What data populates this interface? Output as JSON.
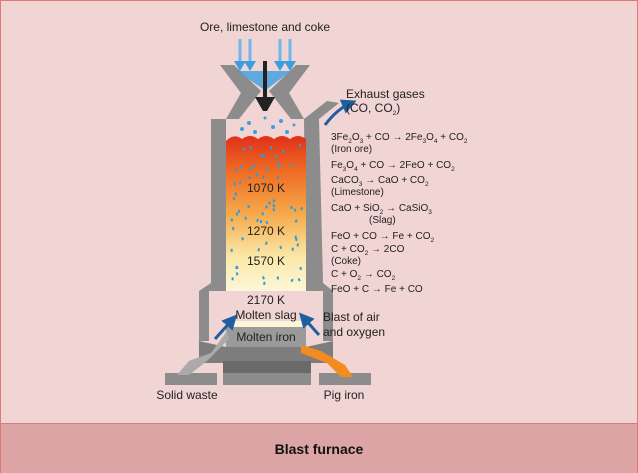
{
  "caption": "Blast furnace",
  "labels": {
    "input": "Ore, limestone and coke",
    "exhaust_line1": "Exhaust gases",
    "exhaust_line2": "(CO, CO",
    "exhaust_line2_sub": "2",
    "exhaust_line2_end": ")",
    "blast_line1": "Blast of air",
    "blast_line2": "and oxygen",
    "molten_slag": "Molten slag",
    "molten_iron": "Molten iron",
    "solid_waste": "Solid waste",
    "pig_iron": "Pig iron"
  },
  "temperatures": [
    "1070 K",
    "1270 K",
    "1570 K",
    "2170 K"
  ],
  "reactions": {
    "r1": [
      [
        "3Fe",
        ""
      ],
      [
        "2",
        "s"
      ],
      [
        "O",
        ""
      ],
      [
        "3",
        "s"
      ],
      [
        " + CO → 2Fe",
        ""
      ],
      [
        "3",
        "s"
      ],
      [
        "O",
        ""
      ],
      [
        "4",
        "s"
      ],
      [
        " + CO",
        ""
      ],
      [
        "2",
        "s"
      ]
    ],
    "r1_note": "(Iron ore)",
    "r2": [
      [
        "Fe",
        ""
      ],
      [
        "3",
        "s"
      ],
      [
        "O",
        ""
      ],
      [
        "4",
        "s"
      ],
      [
        " + CO → 2FeO + CO",
        ""
      ],
      [
        "2",
        "s"
      ]
    ],
    "r3": [
      [
        "CaCO",
        ""
      ],
      [
        "3",
        "s"
      ],
      [
        " → CaO + CO",
        ""
      ],
      [
        "2",
        "s"
      ]
    ],
    "r3_note": "(Limestone)",
    "r4": [
      [
        "CaO + SiO",
        ""
      ],
      [
        "2",
        "s"
      ],
      [
        " → CaSiO",
        ""
      ],
      [
        "3",
        "s"
      ]
    ],
    "r4_note": "(Slag)",
    "r5": [
      [
        "FeO + CO → Fe + CO",
        ""
      ],
      [
        "2",
        "s"
      ]
    ],
    "r6": [
      [
        "C + CO",
        ""
      ],
      [
        "2",
        "s"
      ],
      [
        " → 2CO",
        ""
      ]
    ],
    "r6_note": "(Coke)",
    "r7": [
      [
        "C + O",
        ""
      ],
      [
        "2",
        "s"
      ],
      [
        " → CO",
        ""
      ],
      [
        "2",
        "s"
      ]
    ],
    "r8": [
      [
        "FeO + C → Fe + CO",
        ""
      ]
    ]
  },
  "colors": {
    "background": "#f1d4d4",
    "caption_bar": "#dca4a4",
    "border": "#e07878",
    "wall": "#8c8c8c",
    "arrow_blue": "#1f5fa0",
    "water_blue": "#3a9fe0",
    "molten_iron": "#9a9a9a",
    "pig_iron_channel": "#f28c1e"
  }
}
